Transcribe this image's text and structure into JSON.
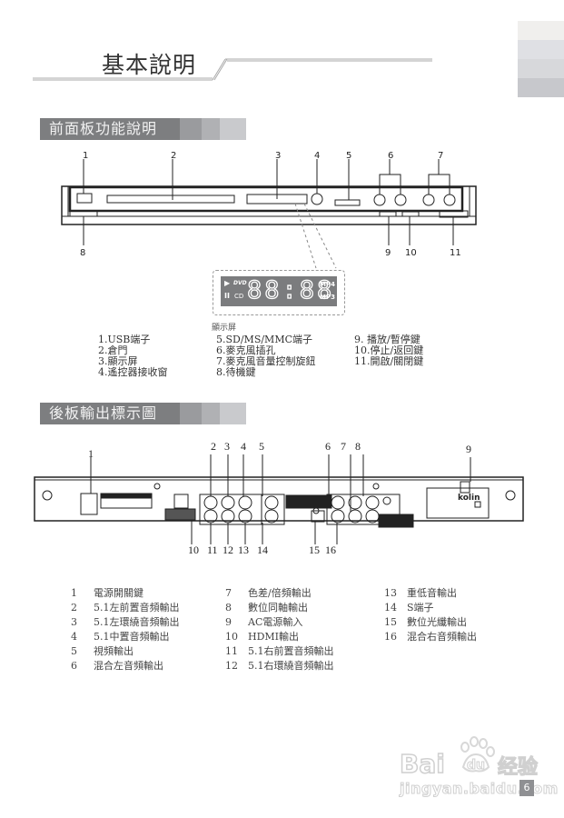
{
  "header": {
    "title": "基本說明"
  },
  "side_tabs": {
    "colors": [
      "#f0efed",
      "#dfe0e4",
      "#d7d8db",
      "#c7c8cc"
    ]
  },
  "front_panel": {
    "section_title": "前面板功能說明",
    "callouts_top": [
      "1",
      "2",
      "3",
      "4",
      "5",
      "6",
      "7"
    ],
    "callouts_bottom": [
      "8",
      "9",
      "10",
      "11"
    ],
    "display": {
      "play_symbol": "▶",
      "pause_symbol": "II",
      "dvd": "DVD",
      "cd": "CD",
      "digits": "88:88",
      "mp4": "MP4",
      "mp3": "MP3",
      "caption": "顯示屏"
    },
    "legend": [
      [
        "1.USB端子",
        "2.倉門",
        "3.顯示屏",
        "4.遙控器接收窗"
      ],
      [
        "5.SD/MS/MMC端子",
        "6.麥克風插孔",
        "7.麥克風音量控制旋鈕",
        "8.待機鍵"
      ],
      [
        "9. 播放/暫停鍵",
        "10.停止/返回鍵",
        "11.開啟/關閉鍵"
      ]
    ]
  },
  "rear_panel": {
    "section_title": "後板輸出標示圖",
    "callouts_top": [
      "1",
      "2",
      "3",
      "4",
      "5",
      "6",
      "7",
      "8",
      "9"
    ],
    "callouts_bottom": [
      "10",
      "11",
      "12",
      "13",
      "14",
      "15",
      "16"
    ],
    "brand": "kolin",
    "legend": [
      [
        {
          "n": "1",
          "label": "電源開關鍵"
        },
        {
          "n": "2",
          "label": "5.1左前置音頻輸出"
        },
        {
          "n": "3",
          "label": "5.1左環繞音頻輸出"
        },
        {
          "n": "4",
          "label": "5.1中置音頻輸出"
        },
        {
          "n": "5",
          "label": "視頻輸出"
        },
        {
          "n": "6",
          "label": "混合左音頻輸出"
        }
      ],
      [
        {
          "n": "7",
          "label": "色差/倍頻輸出"
        },
        {
          "n": "8",
          "label": "數位同軸輸出"
        },
        {
          "n": "9",
          "label": "AC電源輸入"
        },
        {
          "n": "10",
          "label": "HDMI輸出"
        },
        {
          "n": "11",
          "label": "5.1右前置音頻輸出"
        },
        {
          "n": "12",
          "label": "5.1右環繞音頻輸出"
        }
      ],
      [
        {
          "n": "13",
          "label": "重低音輸出"
        },
        {
          "n": "14",
          "label": "S端子"
        },
        {
          "n": "15",
          "label": "數位光纖輸出"
        },
        {
          "n": "16",
          "label": "混合右音頻輸出"
        }
      ]
    ]
  },
  "watermark": {
    "brand": "Bai",
    "paw_text": "du",
    "cn": "经验",
    "url": "jingyan.baidu.com"
  },
  "page_number": "6"
}
